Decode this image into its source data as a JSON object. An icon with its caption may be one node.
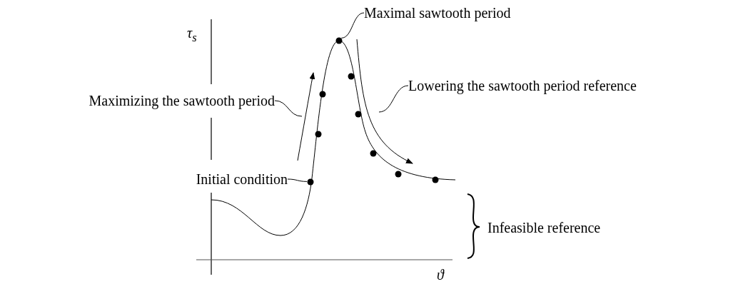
{
  "diagram": {
    "nodes": [
      {
        "text": [
          "Maximal sawtooth period"
        ]
      },
      {
        "text": [
          "Maximizing the sawtooth period"
        ]
      },
      {
        "text": [
          "Lowering the sawtooth period reference"
        ]
      },
      {
        "text": [
          "Initial condition"
        ]
      },
      {
        "text": [],
        "shape": "circle"
      },
      {
        "text": [],
        "shape": "circle"
      }
    ],
    "edges": [
      {
        "from": 0,
        "to": 4,
        "arrow": "none"
      },
      {
        "from": 1,
        "to": null,
        "arrow": "none"
      },
      {
        "from": 2,
        "to": null,
        "arrow": "none"
      },
      {
        "from": 3,
        "to": 5,
        "arrow": "none"
      }
    ],
    "labels": [
      "τ$_{s}$",
      "Infeasible reference",
      "ϑ"
    ]
  }
}
